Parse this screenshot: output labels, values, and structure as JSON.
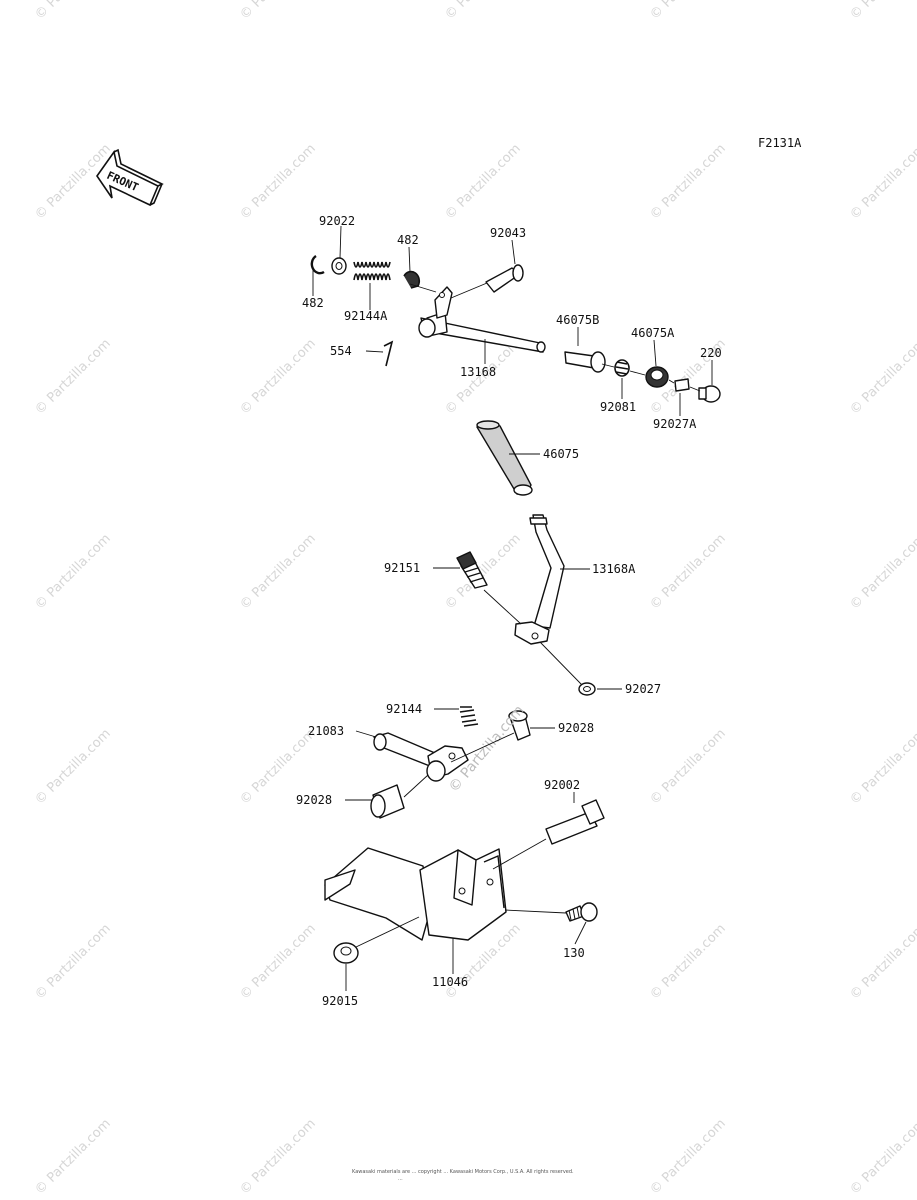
{
  "diagram": {
    "code": "F2131A",
    "front_label": "FRONT",
    "center_watermark": "© Partzilla.com",
    "watermark": "© Partzilla.com",
    "footer_line1": "Kawasaki materials are ... copyright ... Kawasaki Motors Corp., U.S.A. All rights reserved.",
    "footer_line2": "...",
    "parts": [
      {
        "id": "92022"
      },
      {
        "id": "482"
      },
      {
        "id": "92043"
      },
      {
        "id": "482"
      },
      {
        "id": "92144A"
      },
      {
        "id": "46075B"
      },
      {
        "id": "46075A"
      },
      {
        "id": "220"
      },
      {
        "id": "554"
      },
      {
        "id": "13168"
      },
      {
        "id": "92081"
      },
      {
        "id": "92027A"
      },
      {
        "id": "46075"
      },
      {
        "id": "92151"
      },
      {
        "id": "13168A"
      },
      {
        "id": "92027"
      },
      {
        "id": "92144"
      },
      {
        "id": "21083"
      },
      {
        "id": "92028"
      },
      {
        "id": "92028"
      },
      {
        "id": "92002"
      },
      {
        "id": "130"
      },
      {
        "id": "11046"
      },
      {
        "id": "92015"
      }
    ]
  }
}
